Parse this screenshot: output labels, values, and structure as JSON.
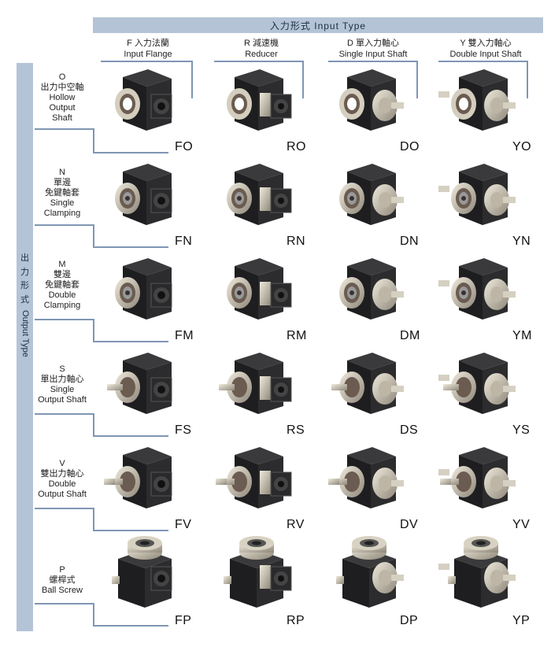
{
  "header": {
    "title": "入力形式 Input Type"
  },
  "sidebar": {
    "cn": [
      "出",
      "力",
      "形",
      "式"
    ],
    "en": "Output Type"
  },
  "columns": [
    {
      "cn": "F 入力法蘭",
      "en": "Input Flange"
    },
    {
      "cn": "R 減速機",
      "en": "Reducer"
    },
    {
      "cn": "D 單入力軸心",
      "en": "Single Input Shaft"
    },
    {
      "cn": "Y 雙入力軸心",
      "en": "Double Input Shaft"
    }
  ],
  "rows": [
    {
      "letter": "O",
      "lines": [
        "出力中空軸",
        "Hollow",
        "Output",
        "Shaft"
      ],
      "codes": [
        "FO",
        "RO",
        "DO",
        "YO"
      ]
    },
    {
      "letter": "N",
      "lines": [
        "單邊",
        "免鍵軸套",
        "Single",
        "Clamping"
      ],
      "codes": [
        "FN",
        "RN",
        "DN",
        "YN"
      ]
    },
    {
      "letter": "M",
      "lines": [
        "雙邊",
        "免鍵軸套",
        "Double",
        "Clamping"
      ],
      "codes": [
        "FM",
        "RM",
        "DM",
        "YM"
      ]
    },
    {
      "letter": "S",
      "lines": [
        "單出力軸心",
        "Single",
        "Output Shaft"
      ],
      "codes": [
        "FS",
        "RS",
        "DS",
        "YS"
      ]
    },
    {
      "letter": "V",
      "lines": [
        "雙出力軸心",
        "Double",
        "Output Shaft"
      ],
      "codes": [
        "FV",
        "RV",
        "DV",
        "YV"
      ]
    },
    {
      "letter": "P",
      "lines": [
        "螺桿式",
        "Ball Screw"
      ],
      "codes": [
        "FP",
        "RP",
        "DP",
        "YP"
      ]
    }
  ],
  "colors": {
    "band": "#b4c4d6",
    "connector": "#7f96b4",
    "housing": "#1e1e20",
    "metal": "#c9c3b4"
  }
}
